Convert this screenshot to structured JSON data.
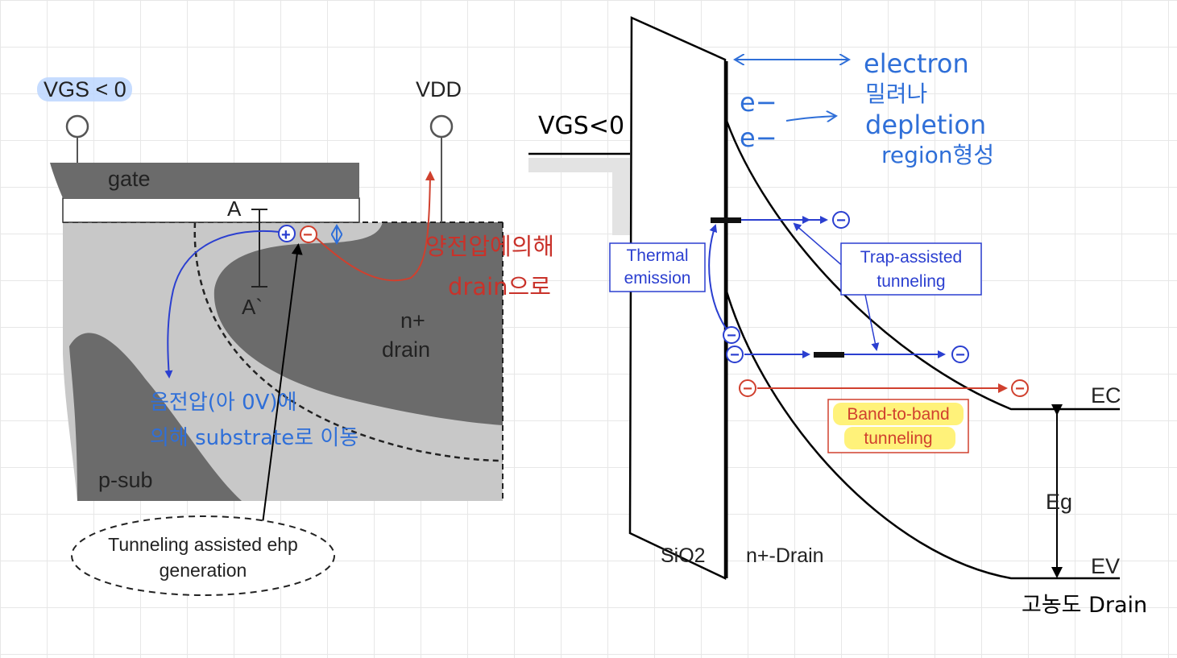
{
  "left_panel": {
    "vgs_label": "VGS < 0",
    "vdd_label": "VDD",
    "gate_label": "gate",
    "a_top_label": "A",
    "a_bottom_label": "A`",
    "hole_symbol": "+",
    "electron_symbol": "−",
    "ndrain_label_line1": "n+",
    "ndrain_label_line2": "drain",
    "psub_label": "p-sub",
    "callout_line1": "Tunneling assisted ehp",
    "callout_line2": "generation",
    "note_red_line1": "양전압에의해",
    "note_red_line2": "drain으로",
    "note_blue_line1": "음전압(아 0V)에",
    "note_blue_line2": "의해 substrate로 이동"
  },
  "right_panel": {
    "vgs_label": "VGS<0",
    "note_electron": "electron",
    "note_pushed": "밀려나",
    "note_depletion": "depletion",
    "note_region": "region형성",
    "e_minus_1": "e−",
    "e_minus_2": "e−",
    "thermal_line1": "Thermal",
    "thermal_line2": "emission",
    "trap_line1": "Trap-assisted",
    "trap_line2": "tunneling",
    "btb_line1": "Band-to-band",
    "btb_line2": "tunneling",
    "ec_label": "EC",
    "eg_label": "Eg",
    "ev_label": "EV",
    "sio2_label": "SiO2",
    "ndrain_label": "n+-Drain",
    "high_conc_label": "고농도 Drain",
    "electron_symbol": "−"
  },
  "colors": {
    "blue_pen": "#2f6fd8",
    "red_pen": "#c9322a",
    "diagram_blue": "#2b3fd0",
    "diagram_red": "#d0402e",
    "highlight_yellow": "#fff27a",
    "highlight_blue": "#bcd6ff",
    "dark_gray": "#6b6b6b",
    "light_gray": "#c8c8c8"
  }
}
